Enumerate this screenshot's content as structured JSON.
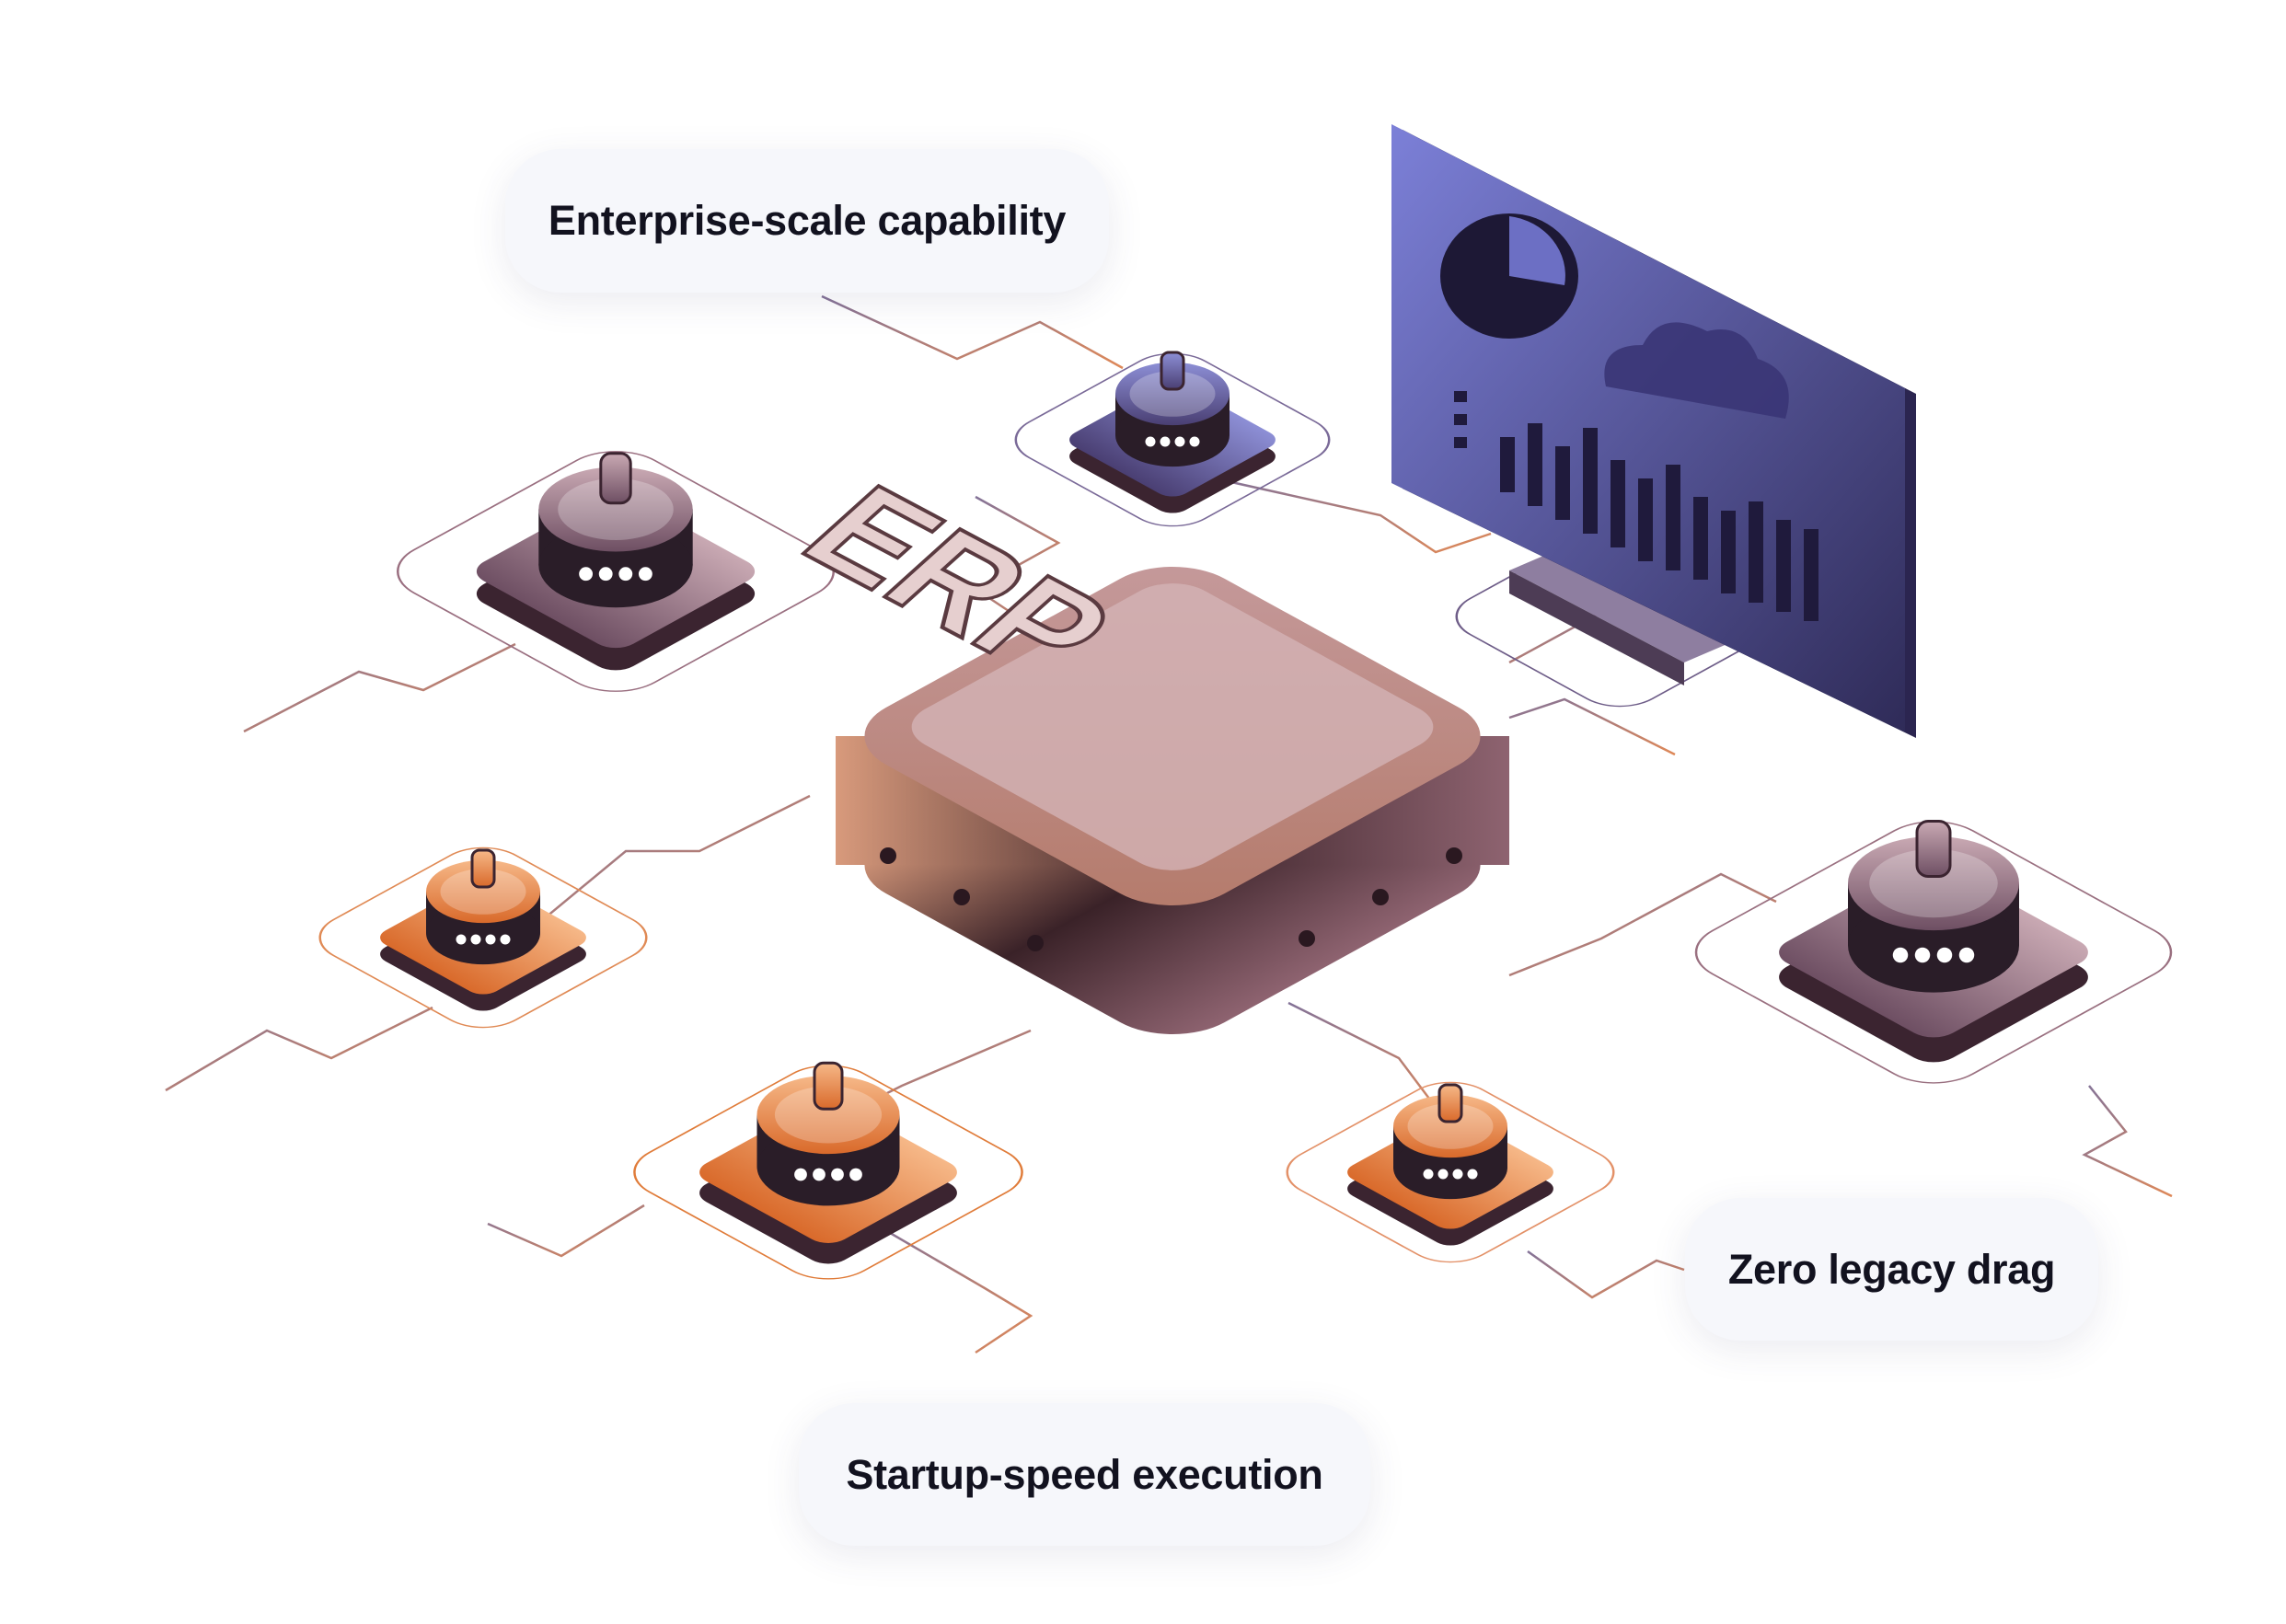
{
  "labels": {
    "enterprise": "Enterprise-scale capability",
    "legacy": "Zero legacy drag",
    "startup": "Startup-speed execution"
  },
  "illustration": {
    "center_block_text": "ERP",
    "node_icons": [
      "chart-bar-icon",
      "dollar-icon",
      "refresh-icon",
      "sync-icon",
      "gear-icon",
      "globe-icon"
    ],
    "monitor_icons": [
      "pie-chart-icon",
      "cloud-icon",
      "bar-chart-icon"
    ]
  },
  "colors": {
    "purple": "#5a5fb8",
    "mauve": "#8c6d80",
    "orange": "#ec8a45",
    "dark": "#2a1d28",
    "text": "#12121f"
  }
}
